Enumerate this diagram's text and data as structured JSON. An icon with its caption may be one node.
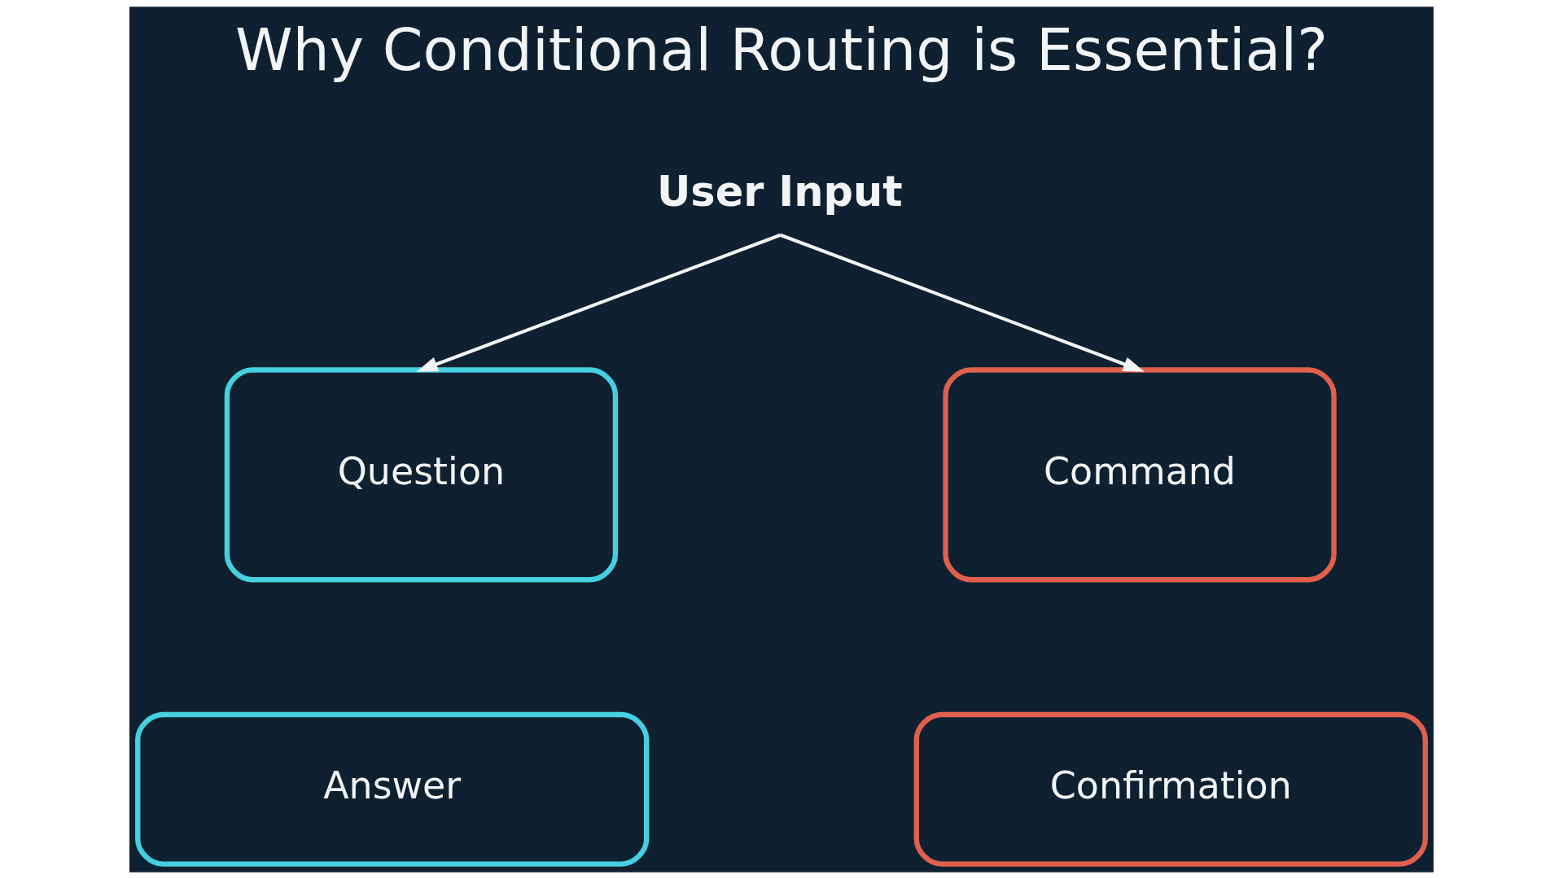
{
  "diagram": {
    "title": "Why Conditional Routing is Essential?",
    "nodes": [
      {
        "text": [
          "User Input"
        ]
      },
      {
        "text": [
          "Question"
        ]
      },
      {
        "text": [
          "Command"
        ]
      },
      {
        "text": [
          "Answer"
        ]
      },
      {
        "text": [
          "Confirmation"
        ]
      }
    ],
    "edges": [
      {
        "from": 0,
        "to": 1,
        "arrow": "to"
      },
      {
        "from": 0,
        "to": 2,
        "arrow": "to"
      }
    ]
  }
}
